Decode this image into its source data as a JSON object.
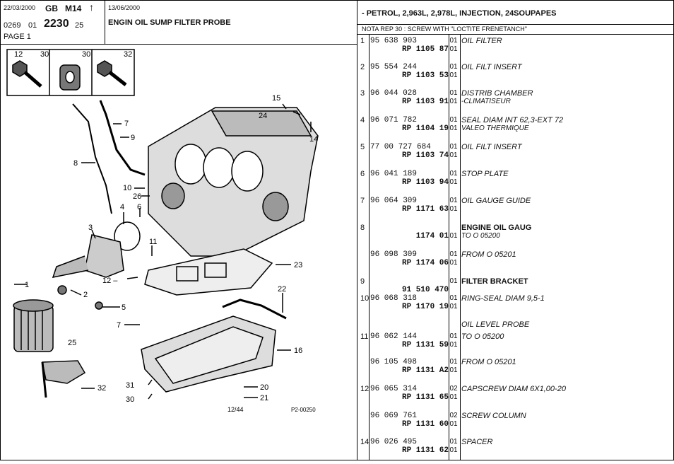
{
  "header": {
    "date1": "22/03/2000",
    "lang": "GB",
    "model": "M14",
    "code_prefix": "0269",
    "code_mid": "01",
    "code_main": "2230",
    "code_suffix": "25",
    "page_label": "PAGE 1",
    "date2": "13/06/2000",
    "title": "ENGIN OIL SUMP FILTER PROBE",
    "vehicle": "- PETROL, 2,963L, 2,978L, INJECTION, 24SOUPAPES",
    "nota": "NOTA   REP 30 : SCREW WITH \"LOCTITE FRENETANCH\""
  },
  "parts": [
    {
      "idx": "1",
      "ref": "95 638 903",
      "rp": "RP 1105 87",
      "q1": "01",
      "q2": "01",
      "d1": "OIL FILTER",
      "d2": "",
      "bold": false
    },
    {
      "idx": "2",
      "ref": "95 554 244",
      "rp": "RP 1103 53",
      "q1": "01",
      "q2": "01",
      "d1": "OIL FILT INSERT",
      "d2": "",
      "bold": false
    },
    {
      "idx": "3",
      "ref": "96 044 028",
      "rp": "RP 1103 91",
      "q1": "01",
      "q2": "01",
      "d1": "DISTRIB CHAMBER",
      "d2": "-CLIMATISEUR",
      "bold": false
    },
    {
      "idx": "4",
      "ref": "96 071 782",
      "rp": "RP 1104 19",
      "q1": "01",
      "q2": "01",
      "d1": "SEAL DIAM INT 62,3-EXT 72",
      "d2": "VALEO THERMIQUE",
      "bold": false
    },
    {
      "idx": "5",
      "ref": "77 00 727 684",
      "rp": "RP 1103 74",
      "q1": "01",
      "q2": "01",
      "d1": "OIL FILT INSERT",
      "d2": "",
      "bold": false
    },
    {
      "idx": "6",
      "ref": "96 041 189",
      "rp": "RP 1103 94",
      "q1": "01",
      "q2": "01",
      "d1": "STOP PLATE",
      "d2": "",
      "bold": false
    },
    {
      "idx": "7",
      "ref": "96 064 309",
      "rp": "RP 1171 63",
      "q1": "01",
      "q2": "01",
      "d1": "OIL GAUGE GUIDE",
      "d2": "",
      "bold": false
    },
    {
      "idx": "8",
      "ref": "",
      "rp": "1174 01",
      "q1": "",
      "q2": "01",
      "d1": "ENGINE OIL GAUG",
      "d2": "TO  O  05200",
      "bold": true
    },
    {
      "idx": "",
      "ref": "96 098 309",
      "rp": "RP 1174 06",
      "q1": "01",
      "q2": "01",
      "d1": "FROM  O  05201",
      "d2": "",
      "bold": false
    },
    {
      "idx": "9",
      "ref": "",
      "rp": "91 510 470",
      "q1": "01",
      "q2": "",
      "d1": "FILTER BRACKET",
      "d2": "",
      "bold": true
    },
    {
      "idx": "10",
      "ref": "96 068 318",
      "rp": "RP 1170 19",
      "q1": "01",
      "q2": "01",
      "d1": "RING-SEAL DIAM 9,5-1",
      "d2": "",
      "bold": false
    },
    {
      "idx": "",
      "ref": "",
      "rp": "",
      "q1": "",
      "q2": "",
      "d1": "OIL LEVEL PROBE",
      "d2": "",
      "bold": false
    },
    {
      "idx": "11",
      "ref": "96 062 144",
      "rp": "RP 1131 59",
      "q1": "01",
      "q2": "01",
      "d1": "TO  O  05200",
      "d2": "",
      "bold": false
    },
    {
      "idx": "",
      "ref": "96 105 498",
      "rp": "RP 1131 A2",
      "q1": "01",
      "q2": "01",
      "d1": "FROM  O  05201",
      "d2": "",
      "bold": false
    },
    {
      "idx": "12",
      "ref": "96 065 314",
      "rp": "RP 1131 65",
      "q1": "02",
      "q2": "01",
      "d1": "CAPSCREW DIAM 6X1,00-20",
      "d2": "",
      "bold": false
    },
    {
      "idx": "",
      "ref": "96 069 761",
      "rp": "RP 1131 60",
      "q1": "02",
      "q2": "01",
      "d1": "SCREW COLUMN",
      "d2": "",
      "bold": false
    },
    {
      "idx": "14",
      "ref": "96 026 495",
      "rp": "RP 1131 62",
      "q1": "01",
      "q2": "01",
      "d1": "SPACER",
      "d2": "",
      "bold": false
    }
  ],
  "diagram": {
    "inset_labels": [
      "12",
      "30",
      "30",
      "32"
    ],
    "callouts": [
      "1",
      "2",
      "3",
      "4",
      "5",
      "6",
      "7",
      "7",
      "8",
      "9",
      "10",
      "11",
      "12",
      "14",
      "15",
      "16",
      "20",
      "21",
      "22",
      "23",
      "24",
      "25",
      "26",
      "30",
      "31",
      "32"
    ],
    "bottom_code": "12/44",
    "ref_code": "P2-00250"
  }
}
